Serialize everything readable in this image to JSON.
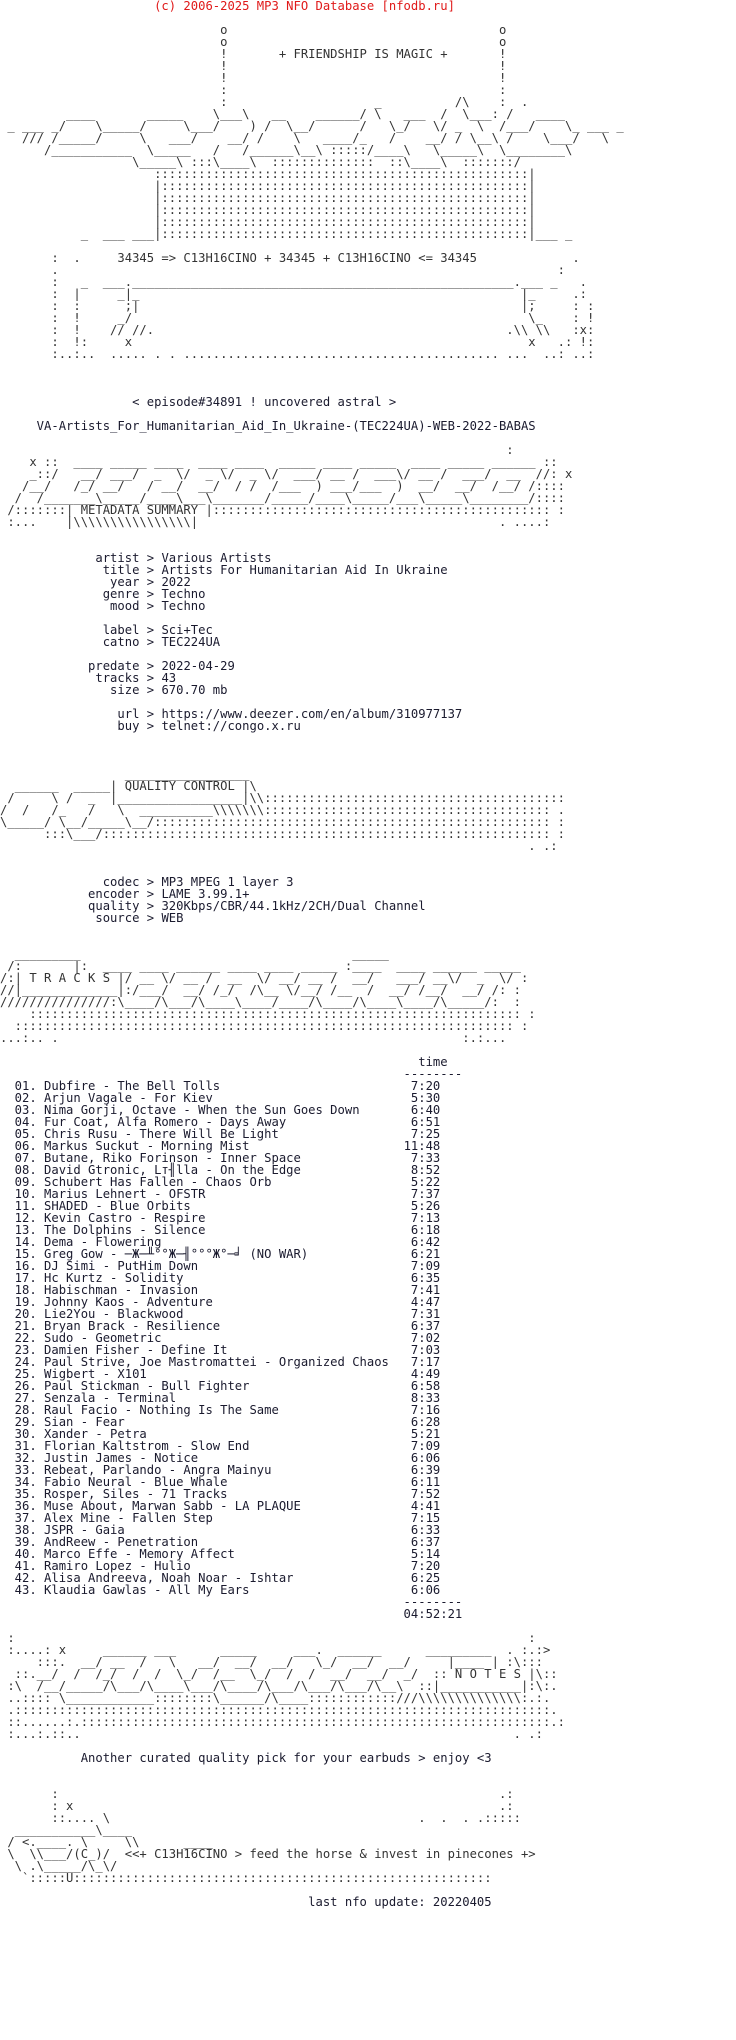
{
  "header": {
    "copyright": "(c) 2006-2025 MP3 NFO Database [nfodb.ru]"
  },
  "nfo": {
    "art_top": [
      "                                                                                ",
      "                              o                                     o            ",
      "                              o                                     o            ",
      "                              !       + FRIENDSHIP IS MAGIC +       !            ",
      "                              !                                     !            ",
      "                              !                                     !            ",
      "                              :                                     :            ",
      "                              :                    _          /\\    :  .         ",
      "         ____       _____    \\___\\   __    ______/ \\   ___  /  \\___: /   ____    ",
      " _ ___ _/    \\_____/     \\___/    ) /  \\__/      /   \\_/   \\/ _  \\  /___/    \\_ ___ _",
      "   /// /_____/     \\   ___/    __/ /    \\   ____/_   /    __/ / \\__\\ /    \\___/   \\ ",
      "      /___________  \\_____   /   /______\\__\\ :::::/____\\   \\_____\\  \\________\\     ",
      "                  \\_____\\ :::\\____\\  ::::::::::::::  ::\\____\\  :::::::/   ",
      "                     :::::::::::::::::::::::::::::::::::::::::::::::::::|",
      "                     |::::::::::::::::::::::::::::::::::::::::::::::::::|",
      "                     |::::::::::::::::::::::::::::::::::::::::::::::::::|",
      "                     |::::::::::::::::::::::::::::::::::::::::::::::::::|",
      "                     |::::::::::::::::::::::::::::::::::::::::::::::::::|",
      "           _  ___ ___|::::::::::::::::::::::::::::::::::::::::::::::::::|___ _",
      "                                                                                ",
      "       :  .     34345 => C13H16CINO + 34345 + C13H16CINO <= 34345             .",
      "       .                                                                    :",
      "       :   _  ___.____________________________________________________.___ _   .",
      "       :  |     _|_                                                    |_     .:",
      "       :  :      ;|                                                    |;     : :",
      "       :  !     _/                                                      \\_    : !",
      "       :  !    // //.                                                .\\\\ \\\\   :x:",
      "       :  !:     x                                                      x   .: !:",
      "       :..:..  ..... . . ........................................... ...  ..: ..:"
    ],
    "art_top_side": [
      "┬┤",
      "x",
      "x"
    ],
    "episode_line": "                  < episode#34891 ! uncovered astral >",
    "release_line": "     VA-Artists_For_Humanitarian_Aid_In_Ukraine-(TEC224UA)-WEB-2022-BABAS",
    "art_meta": [
      "                                                                     :",
      "    x ::  ____ _____ ____  ____ ____  _____ ____ _____  ____ _____ ______ ::",
      "    _::/   __/ ___/  _  \\/  _ \\/  _ \\/  ___/ __ /  ___\\/ __ /  ___/  __  //: x",
      "   /__/   /_/ __/   / __/  __/  / /  /___  ) ___/___  )  __/  __/  /__/ /::::",
      "  /  /_______\\_____/____\\___\\_______/_____/____\\_____/___\\_____\\________/:::: ",
      " /:::::::| METADATA SUMMARY |:::::::::::::::::::::::::::::::::::::::::::::: :",
      " :...    |\\\\\\\\\\\\\\\\\\\\\\\\\\\\\\\\|                                         . ....:"
    ],
    "metadata": {
      "artist": "Various Artists",
      "title": "Artists For Humanitarian Aid In Ukraine",
      "year": "2022",
      "genre": "Techno",
      "mood": "Techno",
      "label": "Sci+Tec",
      "catno": "TEC224UA",
      "predate": "2022-04-29",
      "tracks": "43",
      "size": "670.70 mb",
      "url": "https://www.deezer.com/en/album/310977137",
      "buy": "telnet://congo.x.ru"
    },
    "art_qc": [
      "                 _________________",
      "  ______  _____| QUALITY CONTROL |\\",
      " /     \\ /  _  |_________________|\\\\:::::::::::::::::::::::::::::::::::::::::",
      "/  /   /_   /   \\  __________\\\\\\\\\\\\\\::::::::::::::::::::::::::::::::::::::: .",
      "\\_____/ \\__/_____\\__/:::::::::::::::::::::::::::::::::::::::::::::::::::::: :",
      "      :::\\___/::::::::::::::::::::::::::::::::::::::::::::::::::::::::::::: :",
      "                                                                        . .:"
    ],
    "quality": {
      "codec": "MP3 MPEG 1 layer 3",
      "encoder": "LAME 3.99.1+",
      "quality": "320Kbps/CBR/44.1kHz/2CH/Dual Channel",
      "source": "WEB"
    },
    "art_tracks": [
      "  _________                                     _____",
      " /:       |:  ____ ____ ______ ____ ____ _____ :____  ____ ______ _____ ",
      "/:| T R A C K S |/ __ \\/ __ /  __  \\/ __/ __ /  __/   ___/ __\\/  _  \\/ :",
      "//|_____________|:/___/  __/ /_/  /\\__ \\/__/ /__  /  __/ /__/  __/ /: :",
      "///////////////:\\____/\\___/\\____\\____/____/\\____/\\____\\____/\\_____/:  :",
      "    ::::::::::::::::::::::::::::::::::::::::::::::::::::::::::::::::::: :",
      "  :::::::::::::::::::::::::::::::::::::::::::::::::::::::::::::::::::: :",
      "...:.. .                                                       :.:...   "
    ],
    "tracks_header": "time",
    "tracks_rule": "--------",
    "tracks": [
      {
        "n": "01.",
        "t": "Dubfire - The Bell Tolls",
        "d": "7:20"
      },
      {
        "n": "02.",
        "t": "Arjun Vagale - For Kiev",
        "d": "5:30"
      },
      {
        "n": "03.",
        "t": "Nima Gorji, Octave - When the Sun Goes Down",
        "d": "6:40"
      },
      {
        "n": "04.",
        "t": "Fur Coat, Alfa Romero - Days Away",
        "d": "6:51"
      },
      {
        "n": "05.",
        "t": "Chris Rusu - There Will Be Light",
        "d": "7:25"
      },
      {
        "n": "06.",
        "t": "Markus Suckut - Morning Mist",
        "d": "11:48"
      },
      {
        "n": "07.",
        "t": "Butane, Riko Forinson - Inner Space",
        "d": "7:33"
      },
      {
        "n": "08.",
        "t": "David Gtronic, Lт╢lla - On the Edge",
        "d": " 8:52"
      },
      {
        "n": "09.",
        "t": "Schubert Has Fallen - Chaos Orb",
        "d": "5:22"
      },
      {
        "n": "10.",
        "t": "Marius Lehnert - OFSTR",
        "d": "7:37"
      },
      {
        "n": "11.",
        "t": "SHADED - Blue Orbits",
        "d": "5:26"
      },
      {
        "n": "12.",
        "t": "Kevin Castro - Respire",
        "d": "7:13"
      },
      {
        "n": "13.",
        "t": "The Dolphins - Silence",
        "d": "6:18"
      },
      {
        "n": "14.",
        "t": "Dema - Flowering",
        "d": "6:42"
      },
      {
        "n": "15.",
        "t": "Greg Gow - ─Ж─╨°°Ж─╢°°°Ж°─╛ (NO WAR)",
        "d": "          6:21"
      },
      {
        "n": "16.",
        "t": "DJ Simi - PutHim Down",
        "d": "7:09"
      },
      {
        "n": "17.",
        "t": "Hc Kurtz - Solidity",
        "d": "6:35"
      },
      {
        "n": "18.",
        "t": "Habischman - Invasion",
        "d": "7:41"
      },
      {
        "n": "19.",
        "t": "Johnny Kaos - Adventure",
        "d": "4:47"
      },
      {
        "n": "20.",
        "t": "Lie2You - Blackwood",
        "d": "7:31"
      },
      {
        "n": "21.",
        "t": "Bryan Brack - Resilience",
        "d": "6:37"
      },
      {
        "n": "22.",
        "t": "Sudo - Geometric",
        "d": "7:02"
      },
      {
        "n": "23.",
        "t": "Damien Fisher - Define It",
        "d": "7:03"
      },
      {
        "n": "24.",
        "t": "Paul Strive, Joe Mastromattei - Organized Chaos",
        "d": "7:17"
      },
      {
        "n": "25.",
        "t": "Wigbert - X101",
        "d": "4:49"
      },
      {
        "n": "26.",
        "t": "Paul Stickman - Bull Fighter",
        "d": "6:58"
      },
      {
        "n": "27.",
        "t": "Senzala - Terminal",
        "d": "8:33"
      },
      {
        "n": "28.",
        "t": "Raul Facio - Nothing Is The Same",
        "d": "7:16"
      },
      {
        "n": "29.",
        "t": "Sian - Fear",
        "d": "6:28"
      },
      {
        "n": "30.",
        "t": "Xander - Petra",
        "d": "5:21"
      },
      {
        "n": "31.",
        "t": "Florian Kaltstrom - Slow End",
        "d": "7:09"
      },
      {
        "n": "32.",
        "t": "Justin James - Notice",
        "d": "6:06"
      },
      {
        "n": "33.",
        "t": "Rebeat, Parlando - Angra Mainyu",
        "d": "6:39"
      },
      {
        "n": "34.",
        "t": "Fabio Neural - Blue Whale",
        "d": "6:11"
      },
      {
        "n": "35.",
        "t": "Rosper, Siles - 71 Tracks",
        "d": "7:52"
      },
      {
        "n": "36.",
        "t": "Muse About, Marwan Sabb - LA PLAQUE",
        "d": "4:41"
      },
      {
        "n": "37.",
        "t": "Alex Mine - Fallen Step",
        "d": "7:15"
      },
      {
        "n": "38.",
        "t": "JSPR - Gaia",
        "d": "6:33"
      },
      {
        "n": "39.",
        "t": "AndReew - Penetration",
        "d": "6:37"
      },
      {
        "n": "40.",
        "t": "Marco Effe - Memory Affect",
        "d": "5:14"
      },
      {
        "n": "41.",
        "t": "Ramiro Lopez - Hulio",
        "d": "7:20"
      },
      {
        "n": "42.",
        "t": "Alisa Andreeva, Noah Noar - Ishtar",
        "d": "6:25"
      },
      {
        "n": "43.",
        "t": "Klaudia Gawlas - All My Ears",
        "d": "6:06"
      }
    ],
    "total_rule": "--------",
    "total_time": "04:52:21",
    "art_notes": [
      " :                                                                      :",
      " :....: x     ______ ___      _____     ___.  ______      _________  . :.:>",
      "     :::.  __/ __  /   \\   __/  __/  __/   \\_/  __/  __/     |____ | :\\:::",
      "  ::.__/  /  /_/  /  /  \\_/  /__  \\_/  /  /  __/  __/  _/  :: N O T E S |\\::",
      " :\\  /__/_____/\\___/\\____\\___/\\____/\\___/\\___/\\___/\\__\\  ::|___________|:\\:.",
      " ..:::: \\____________::::::::\\______/\\____::::::::::::///\\\\\\\\\\\\\\\\\\\\\\\\\\\\:.:.",
      " .:::::::::::::::::::::::::::::::::::::::::::::::::::::::::::::::::::::::::.",
      " ::......:.::::::::::::::::::::::::::::::::::::::::::::::::::::::::::::::::.:",
      " :...:.::..                                                           . .:"
    ],
    "notes_text": "Another curated quality pick for your earbuds > enjoy <3",
    "art_footer": [
      "       :                                                            .:",
      "       : x                                                          .:",
      "       ::.... \\                                          .  .  . .:::::",
      "  ___________\\____                                                      ",
      " / <.____. \\     \\\\      ____                                           ",
      " \\  \\\\___/(C_)/  <<+ C13H16CINO > feed the horse & invest in pinecones +>",
      "  \\ .\\_____/\\_\\/                                                         ",
      "   `:::::U:::::::::::::::::::::::::::::::::::::::::::::::::::::::::"
    ],
    "last_update": "last nfo update: 20220405"
  }
}
